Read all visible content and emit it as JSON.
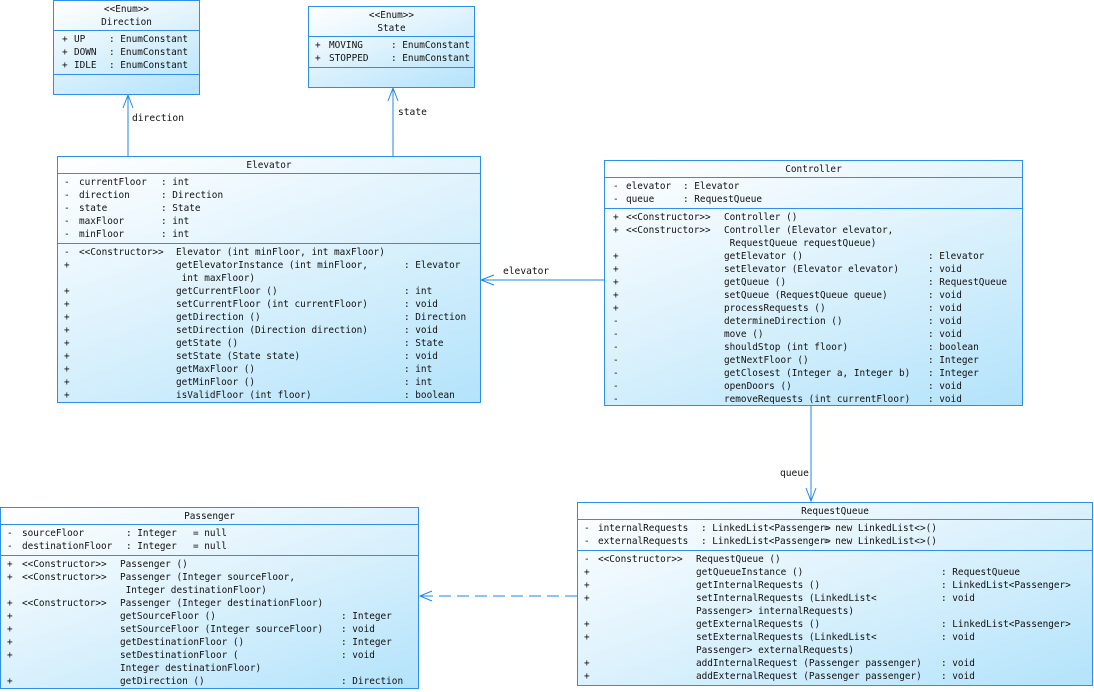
{
  "colors": {
    "border": "#2f8fe6",
    "fill_top": "#ffffff",
    "fill_bottom": "#b3e3fb",
    "connector": "#1e88e5"
  },
  "classes": {
    "direction": {
      "stereotype": "<<Enum>>",
      "name": "Direction",
      "attributes": [
        {
          "vis": "+",
          "name": "UP",
          "type": ": EnumConstant"
        },
        {
          "vis": "+",
          "name": "DOWN",
          "type": ": EnumConstant"
        },
        {
          "vis": "+",
          "name": "IDLE",
          "type": ": EnumConstant"
        }
      ],
      "operations": []
    },
    "state": {
      "stereotype": "<<Enum>>",
      "name": "State",
      "attributes": [
        {
          "vis": "+",
          "name": "MOVING",
          "type": ": EnumConstant"
        },
        {
          "vis": "+",
          "name": "STOPPED",
          "type": ": EnumConstant"
        }
      ],
      "operations": []
    },
    "elevator": {
      "name": "Elevator",
      "attributes": [
        {
          "vis": "-",
          "name": "currentFloor",
          "type": ": int"
        },
        {
          "vis": "-",
          "name": "direction",
          "type": ": Direction"
        },
        {
          "vis": "-",
          "name": "state",
          "type": ": State"
        },
        {
          "vis": "-",
          "name": "maxFloor",
          "type": ": int"
        },
        {
          "vis": "-",
          "name": "minFloor",
          "type": ": int"
        }
      ],
      "operations": [
        {
          "vis": "-",
          "stereo": "<<Constructor>>",
          "name": "Elevator (int minFloor, int maxFloor)",
          "type": ""
        },
        {
          "vis": "+",
          "stereo": "",
          "name": "getElevatorInstance (int minFloor,\n int maxFloor)",
          "type": ": Elevator"
        },
        {
          "vis": "+",
          "stereo": "",
          "name": "getCurrentFloor ()",
          "type": ": int"
        },
        {
          "vis": "+",
          "stereo": "",
          "name": "setCurrentFloor (int currentFloor)",
          "type": ": void"
        },
        {
          "vis": "+",
          "stereo": "",
          "name": "getDirection ()",
          "type": ": Direction"
        },
        {
          "vis": "+",
          "stereo": "",
          "name": "setDirection (Direction direction)",
          "type": ": void"
        },
        {
          "vis": "+",
          "stereo": "",
          "name": "getState ()",
          "type": ": State"
        },
        {
          "vis": "+",
          "stereo": "",
          "name": "setState (State state)",
          "type": ": void"
        },
        {
          "vis": "+",
          "stereo": "",
          "name": "getMaxFloor ()",
          "type": ": int"
        },
        {
          "vis": "+",
          "stereo": "",
          "name": "getMinFloor ()",
          "type": ": int"
        },
        {
          "vis": "+",
          "stereo": "",
          "name": "isValidFloor (int floor)",
          "type": ": boolean"
        }
      ]
    },
    "controller": {
      "name": "Controller",
      "attributes": [
        {
          "vis": "-",
          "name": "elevator",
          "type": ": Elevator"
        },
        {
          "vis": "-",
          "name": "queue",
          "type": ": RequestQueue"
        }
      ],
      "operations": [
        {
          "vis": "+",
          "stereo": "<<Constructor>>",
          "name": "Controller ()",
          "type": ""
        },
        {
          "vis": "+",
          "stereo": "<<Constructor>>",
          "name": "Controller (Elevator elevator,\n RequestQueue requestQueue)",
          "type": ""
        },
        {
          "vis": "+",
          "stereo": "",
          "name": "getElevator ()",
          "type": ": Elevator"
        },
        {
          "vis": "+",
          "stereo": "",
          "name": "setElevator (Elevator elevator)",
          "type": ": void"
        },
        {
          "vis": "+",
          "stereo": "",
          "name": "getQueue ()",
          "type": ": RequestQueue"
        },
        {
          "vis": "+",
          "stereo": "",
          "name": "setQueue (RequestQueue queue)",
          "type": ": void"
        },
        {
          "vis": "+",
          "stereo": "",
          "name": "processRequests ()",
          "type": ": void"
        },
        {
          "vis": "-",
          "stereo": "",
          "name": "determineDirection ()",
          "type": ": void"
        },
        {
          "vis": "-",
          "stereo": "",
          "name": "move ()",
          "type": ": void"
        },
        {
          "vis": "-",
          "stereo": "",
          "name": "shouldStop (int floor)",
          "type": ": boolean"
        },
        {
          "vis": "-",
          "stereo": "",
          "name": "getNextFloor ()",
          "type": ": Integer"
        },
        {
          "vis": "-",
          "stereo": "",
          "name": "getClosest (Integer a, Integer b)",
          "type": ": Integer"
        },
        {
          "vis": "-",
          "stereo": "",
          "name": "openDoors ()",
          "type": ": void"
        },
        {
          "vis": "-",
          "stereo": "",
          "name": "removeRequests (int currentFloor)",
          "type": ": void"
        }
      ]
    },
    "requestqueue": {
      "name": "RequestQueue",
      "attributes": [
        {
          "vis": "-",
          "name": "internalRequests",
          "type": ": LinkedList<Passenger>",
          "init": "= new LinkedList<>()"
        },
        {
          "vis": "-",
          "name": "externalRequests",
          "type": ": LinkedList<Passenger>",
          "init": "= new LinkedList<>()"
        }
      ],
      "operations": [
        {
          "vis": "-",
          "stereo": "<<Constructor>>",
          "name": "RequestQueue ()",
          "type": ""
        },
        {
          "vis": "+",
          "stereo": "",
          "name": "getQueueInstance ()",
          "type": ": RequestQueue"
        },
        {
          "vis": "+",
          "stereo": "",
          "name": "getInternalRequests ()",
          "type": ": LinkedList<Passenger>"
        },
        {
          "vis": "+",
          "stereo": "",
          "name": "setInternalRequests (LinkedList<\nPassenger> internalRequests)",
          "type": ": void"
        },
        {
          "vis": "+",
          "stereo": "",
          "name": "getExternalRequests ()",
          "type": ": LinkedList<Passenger>"
        },
        {
          "vis": "+",
          "stereo": "",
          "name": "setExternalRequests (LinkedList<\nPassenger> externalRequests)",
          "type": ": void"
        },
        {
          "vis": "+",
          "stereo": "",
          "name": "addInternalRequest (Passenger passenger)",
          "type": ": void"
        },
        {
          "vis": "+",
          "stereo": "",
          "name": "addExternalRequest (Passenger passenger)",
          "type": ": void"
        }
      ]
    },
    "passenger": {
      "name": "Passenger",
      "attributes": [
        {
          "vis": "-",
          "name": "sourceFloor",
          "type": ": Integer",
          "init": "= null"
        },
        {
          "vis": "-",
          "name": "destinationFloor",
          "type": ": Integer",
          "init": "= null"
        }
      ],
      "operations": [
        {
          "vis": "+",
          "stereo": "<<Constructor>>",
          "name": "Passenger ()",
          "type": ""
        },
        {
          "vis": "+",
          "stereo": "<<Constructor>>",
          "name": "Passenger (Integer sourceFloor,\n Integer destinationFloor)",
          "type": ""
        },
        {
          "vis": "+",
          "stereo": "<<Constructor>>",
          "name": "Passenger (Integer destinationFloor)",
          "type": ""
        },
        {
          "vis": "+",
          "stereo": "",
          "name": "getSourceFloor ()",
          "type": ": Integer"
        },
        {
          "vis": "+",
          "stereo": "",
          "name": "setSourceFloor (Integer sourceFloor)",
          "type": ": void"
        },
        {
          "vis": "+",
          "stereo": "",
          "name": "getDestinationFloor ()",
          "type": ": Integer"
        },
        {
          "vis": "+",
          "stereo": "",
          "name": "setDestinationFloor (\nInteger destinationFloor)",
          "type": ": void"
        },
        {
          "vis": "+",
          "stereo": "",
          "name": "getDirection ()",
          "type": ": Direction"
        }
      ]
    }
  },
  "associations": {
    "direction": "direction",
    "state": "state",
    "elevator": "elevator",
    "queue": "queue"
  }
}
